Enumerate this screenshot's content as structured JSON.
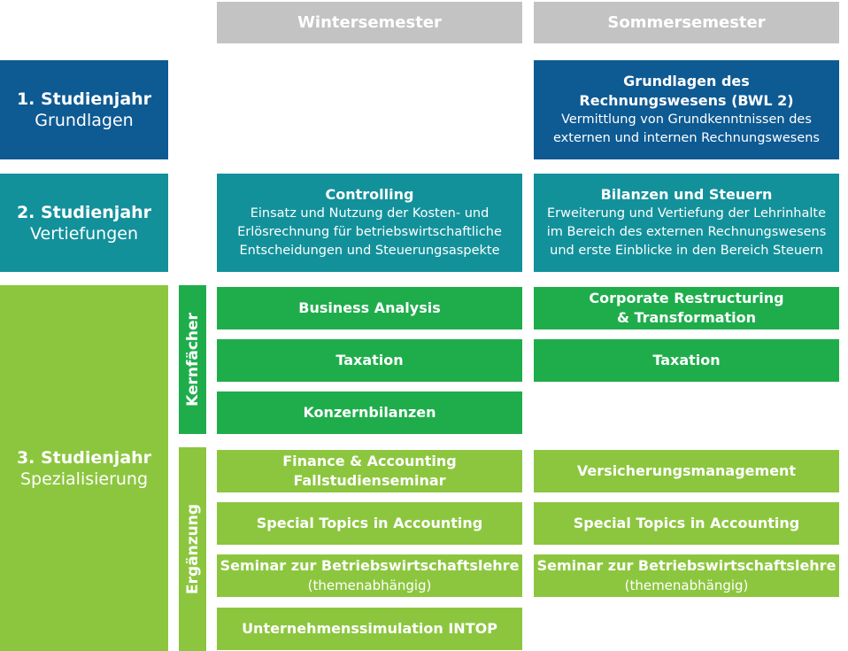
{
  "headers": {
    "winter": "Wintersemester",
    "summer": "Sommersemester"
  },
  "years": [
    {
      "title": "1. Studienjahr",
      "subtitle": "Grundlagen"
    },
    {
      "title": "2. Studienjahr",
      "subtitle": "Vertiefungen"
    },
    {
      "title": "3. Studienjahr",
      "subtitle": "Spezialisierung"
    }
  ],
  "groups": {
    "core": "Kernfächer",
    "supplement": "Ergänzung"
  },
  "year1": {
    "summer": {
      "title_line1": "Grundlagen des",
      "title_line2": "Rechnungswesens (BWL 2)",
      "desc_line1": "Vermittlung von Grundkenntnissen des",
      "desc_line2": "externen und internen Rechnungswesens"
    }
  },
  "year2": {
    "winter": {
      "title": "Controlling",
      "desc_line1": "Einsatz und Nutzung der Kosten- und",
      "desc_line2": "Erlösrechnung für betriebswirtschaftliche",
      "desc_line3": "Entscheidungen und Steuerungsaspekte"
    },
    "summer": {
      "title": "Bilanzen und Steuern",
      "desc_line1": "Erweiterung und Vertiefung der Lehrinhalte",
      "desc_line2": "im Bereich des externen Rechnungswesens",
      "desc_line3": "und erste Einblicke in den Bereich Steuern"
    }
  },
  "core": {
    "winter": [
      "Business Analysis",
      "Taxation",
      "Konzernbilanzen"
    ],
    "summer_1_line1": "Corporate Restructuring",
    "summer_1_line2": "& Transformation",
    "summer_2": "Taxation"
  },
  "supplement": {
    "winter_1_line1": "Finance & Accounting",
    "winter_1_line2": "Fallstudienseminar",
    "winter_2": "Special Topics in Accounting",
    "winter_3_line1": "Seminar zur Betriebswirtschaftslehre",
    "winter_3_line2": "(themenabhängig)",
    "winter_4": "Unternehmenssimulation INTOP",
    "summer_1": "Versicherungsmanagement",
    "summer_2": "Special Topics in Accounting",
    "summer_3_line1": "Seminar zur Betriebswirtschaftslehre",
    "summer_3_line2": "(themenabhängig)"
  },
  "colors": {
    "header": "#c3c3c3",
    "year1": "#0e5a93",
    "year2": "#13919b",
    "year3": "#8cc63f",
    "core": "#1fad4c",
    "supplement": "#8cc63f"
  }
}
